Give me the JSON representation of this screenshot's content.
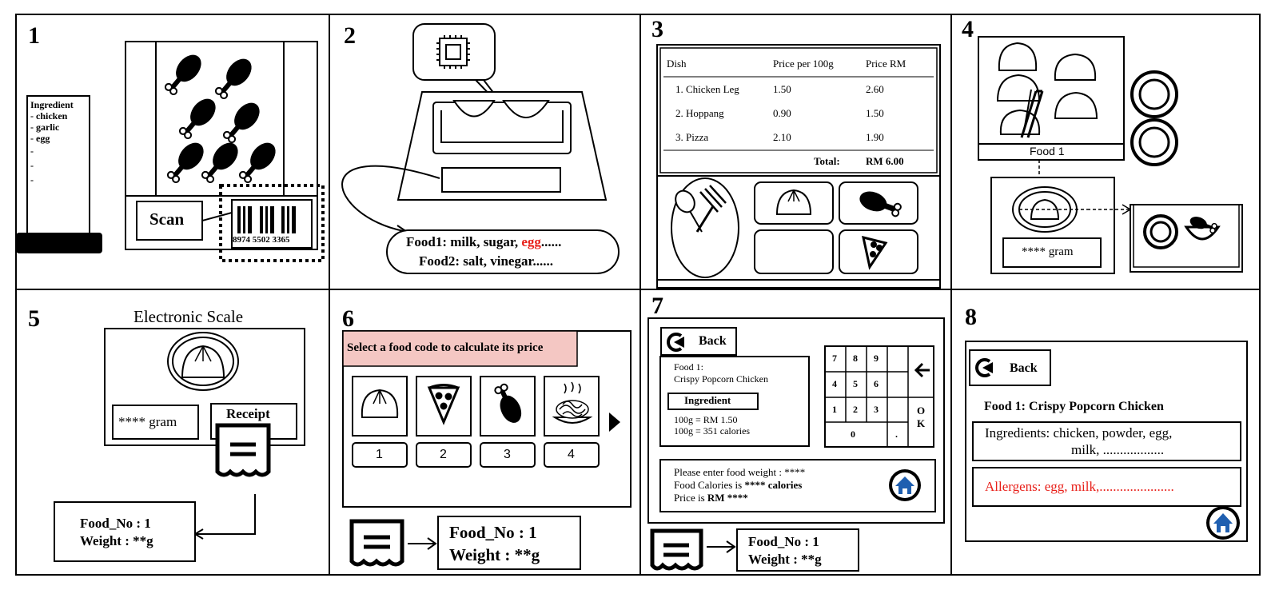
{
  "panel_numbers": [
    "1",
    "2",
    "3",
    "4",
    "5",
    "6",
    "7",
    "8"
  ],
  "panel1": {
    "ingredient_title": "Ingredient",
    "ingredient_lines": [
      "- chicken",
      "- garlic",
      "- egg",
      "-",
      "-",
      "-"
    ],
    "scan_label": "Scan",
    "barcode_number": "8974 5502 3365"
  },
  "panel2": {
    "food1_prefix": "Food1: milk, sugar, ",
    "food1_allergen": "egg",
    "food1_suffix": "......",
    "food2": "Food2: salt, vinegar......"
  },
  "panel3": {
    "headers": [
      "Dish",
      "Price per 100g",
      "Price RM"
    ],
    "rows": [
      {
        "dish": "1. Chicken Leg",
        "per100g": "1.50",
        "price": "2.60"
      },
      {
        "dish": "2. Hoppang",
        "per100g": "0.90",
        "price": "1.50"
      },
      {
        "dish": "3. Pizza",
        "per100g": "2.10",
        "price": "1.90"
      }
    ],
    "total_label": "Total:",
    "total_value": "RM 6.00"
  },
  "panel4": {
    "food_label": "Food 1",
    "gram_label": "**** gram"
  },
  "panel5": {
    "title": "Electronic Scale",
    "gram_label": "**** gram",
    "receipt_label": "Receipt",
    "food_no": "Food_No : 1",
    "weight": "Weight : **g"
  },
  "panel6": {
    "header": "Select a food code to calculate its price",
    "codes": [
      "1",
      "2",
      "3",
      "4"
    ],
    "food_no": "Food_No : 1",
    "weight": "Weight : **g"
  },
  "panel7": {
    "back_label": "Back",
    "food_line1": "Food 1:",
    "food_line2": "Crispy Popcorn Chicken",
    "ingredient_button": "Ingredient",
    "price_line": "100g = RM 1.50",
    "calorie_line": "100g = 351 calories",
    "keypad_keys": [
      "7",
      "8",
      "9",
      "4",
      "5",
      "6",
      "1",
      "2",
      "3",
      "0",
      "."
    ],
    "ok_label": "O\nK",
    "enter_weight": "Please enter food weight : ****",
    "calories_prefix": "Food Calories is ",
    "calories_bold": "**** calories",
    "price_prefix": "Price is ",
    "price_bold": "RM ****",
    "food_no": "Food_No : 1",
    "weight": "Weight : **g"
  },
  "panel8": {
    "back_label": "Back",
    "title": "Food 1: Crispy Popcorn Chicken",
    "ingredients_line1": "Ingredients: chicken, powder, egg,",
    "ingredients_line2": "milk, ..................",
    "allergens": "Allergens: egg, milk,......................"
  },
  "colors": {
    "allergen_red": "#e8201a",
    "header_pink": "#f4c7c3",
    "home_blue": "#1f5fb0"
  }
}
